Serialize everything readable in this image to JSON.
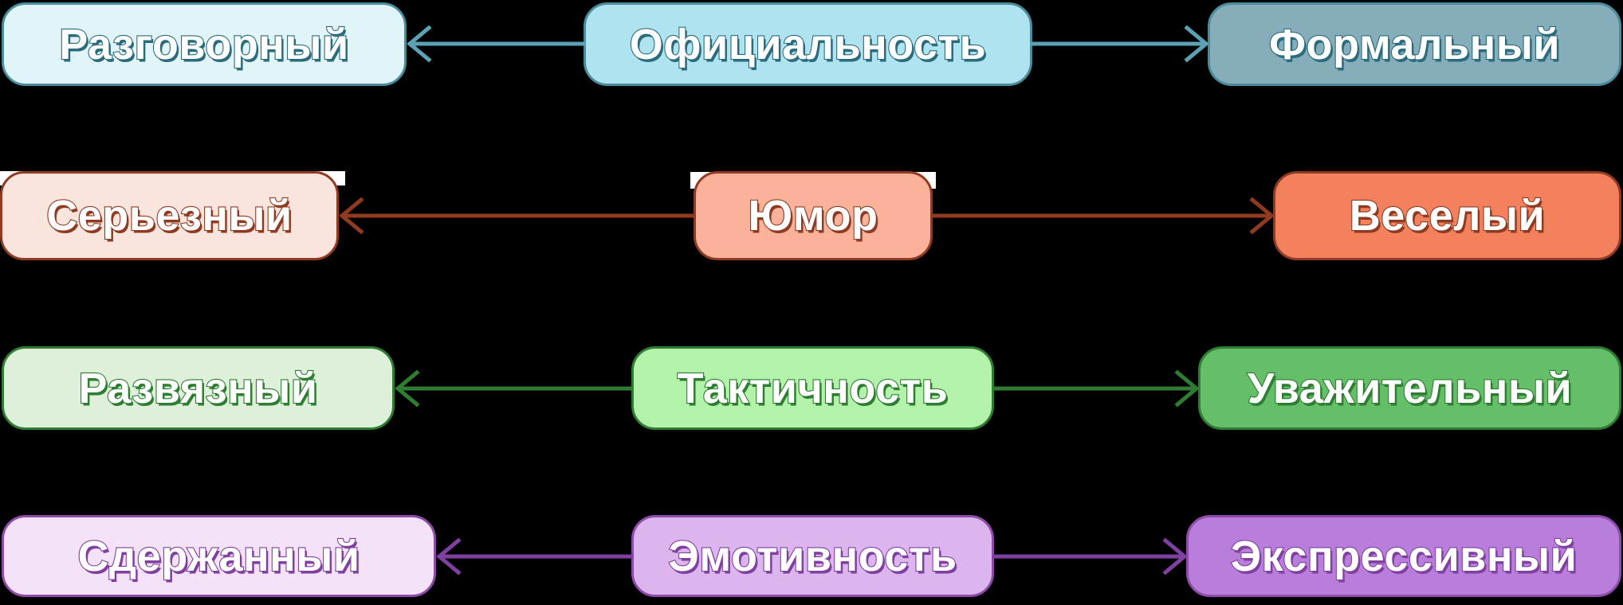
{
  "canvas": {
    "background": "#000000"
  },
  "rows": [
    {
      "center": {
        "label": "Официальность",
        "bg": "#afe3ef"
      },
      "left": {
        "label": "Разговорный",
        "bg": "#e1f5f8"
      },
      "right": {
        "label": "Формальный",
        "bg": "#85adba"
      },
      "border": "#4a8b9c",
      "arrow": "#5ba3b4",
      "text_outline": "#2a6b7c",
      "text_color": "#ffffff"
    },
    {
      "center": {
        "label": "Юмор",
        "bg": "#fab29b"
      },
      "left": {
        "label": "Серьезный",
        "bg": "#f9e5dd"
      },
      "right": {
        "label": "Веселый",
        "bg": "#f4815d"
      },
      "border": "#8e3b22",
      "arrow": "#8e3b22",
      "text_outline": "#8e3b22",
      "text_color": "#ffffff"
    },
    {
      "center": {
        "label": "Тактичность",
        "bg": "#b2f2aa"
      },
      "left": {
        "label": "Развязный",
        "bg": "#dff0da"
      },
      "right": {
        "label": "Уважительный",
        "bg": "#65bf68"
      },
      "border": "#2e7d32",
      "arrow": "#2e7d32",
      "text_outline": "#2e7d32",
      "text_color": "#ffffff"
    },
    {
      "center": {
        "label": "Эмотивность",
        "bg": "#dcb5ee"
      },
      "left": {
        "label": "Сдержанный",
        "bg": "#f3e2f8"
      },
      "right": {
        "label": "Экспрессивный",
        "bg": "#b97edb"
      },
      "border": "#8e4ca8",
      "arrow": "#8040a0",
      "text_outline": "#8040a0",
      "text_color": "#ffffff"
    }
  ]
}
